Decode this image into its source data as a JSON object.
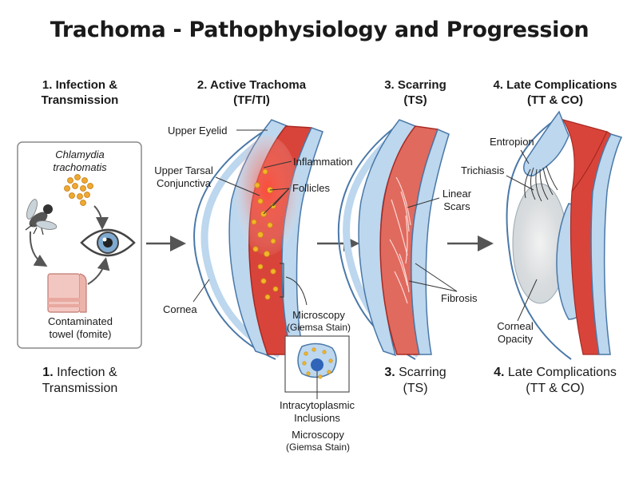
{
  "title": "Trachoma - Pathophysiology and Progression",
  "stages": [
    {
      "number": "1.",
      "head": "1. Infection &\nTransmission",
      "foot": "Infection &\nTransmission"
    },
    {
      "number": "2.",
      "head": "2. Active Trachoma\n(TF/TI)"
    },
    {
      "number": "3.",
      "head": "3. Scarring\n(TS)",
      "foot": "Scarring\n(TS)"
    },
    {
      "number": "4.",
      "head": "4. Late Complications\n(TT & CO)",
      "foot": "Late Complications\n(TT & CO)"
    }
  ],
  "infection": {
    "organism": "Chlamydia\ntrachomatis",
    "fomite": "Contaminated\ntowel (fomite)"
  },
  "active": {
    "upper_eyelid": "Upper Eyelid",
    "inflammation": "Inflammation",
    "upper_tarsal": "Upper Tarsal\nConjunctiva",
    "follicles": "Follicles",
    "cornea": "Cornea",
    "microscopy": "Microscopy",
    "giemsa": "(Giemsa Stain)",
    "inclusions": "Intracytoplasmic\nInclusions",
    "microscopy2": "Microscopy",
    "giemsa2": "(Giemsa Stain)"
  },
  "scarring": {
    "linear_scars": "Linear\nScars",
    "fibrosis": "Fibrosis"
  },
  "late": {
    "entropion": "Entropion",
    "trichiasis": "Trichiasis",
    "corneal_opacity": "Corneal\nOpacity"
  },
  "colors": {
    "eyelid_red": "#d9443a",
    "cornea_blue": "#bcd7ee",
    "outline_blue": "#4a78a8",
    "follicle_yellow": "#f2b62a",
    "towel_pink": "#f3c7c1"
  }
}
